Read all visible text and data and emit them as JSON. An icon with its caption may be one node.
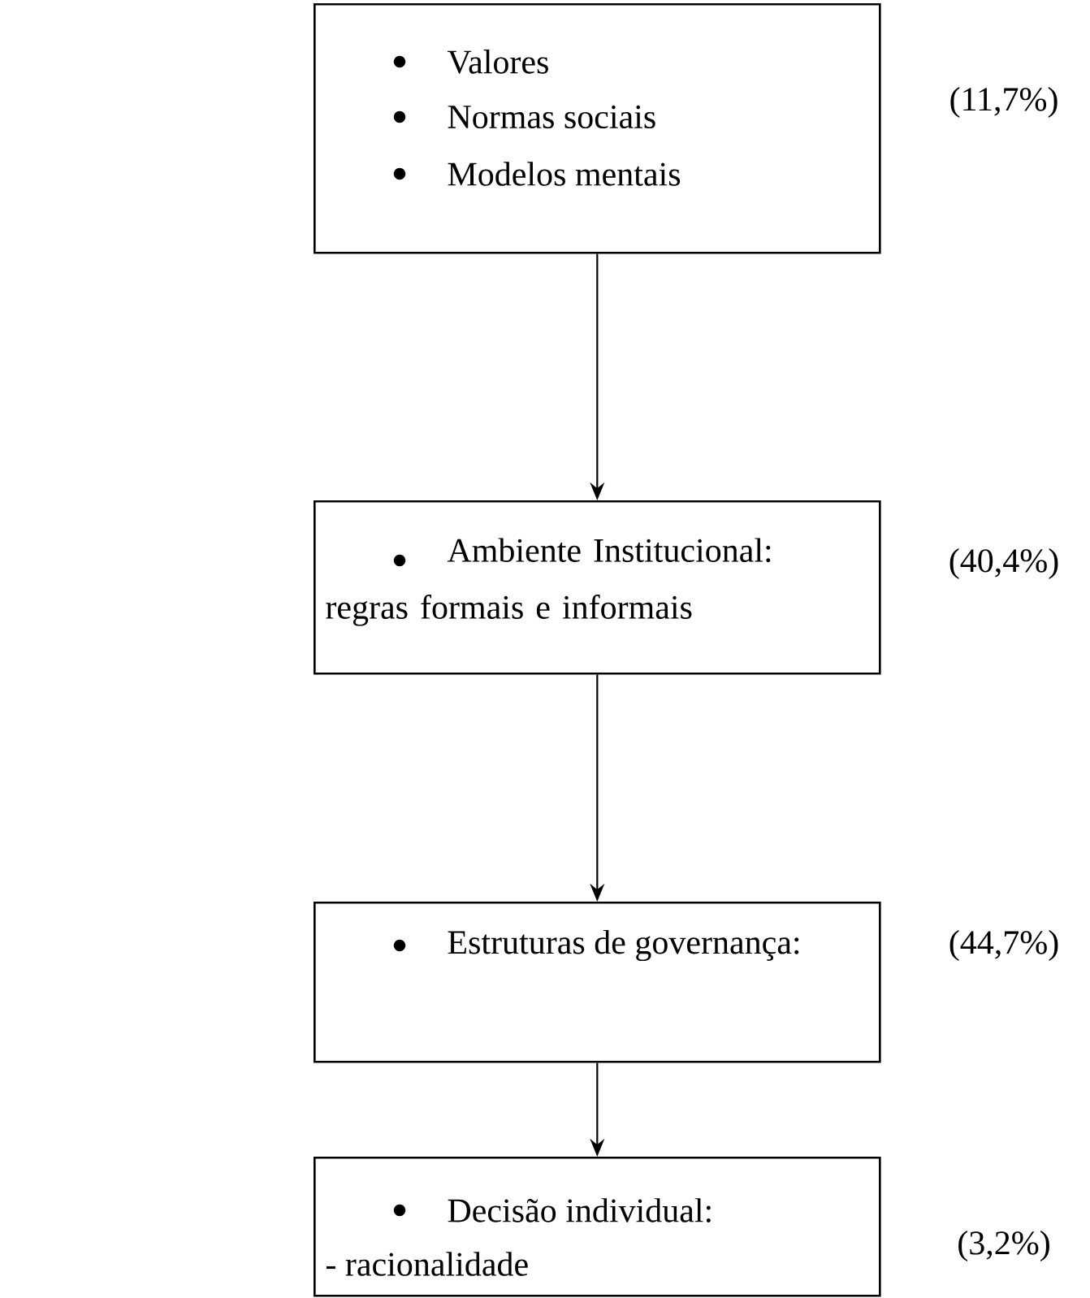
{
  "diagram": {
    "nodes": [
      {
        "text": [
          "Valores",
          "Normas sociais",
          "Modelos mentais"
        ],
        "beside": [
          "(11,7%)"
        ]
      },
      {
        "text": [
          "Ambiente Institucional: regras formais e informais"
        ],
        "beside": [
          "(40,4%)"
        ]
      },
      {
        "text": [
          "Estruturas de governança:"
        ],
        "beside": [
          "(44,7%)"
        ]
      },
      {
        "text": [
          "Decisão individual:",
          "- racionalidade"
        ],
        "beside": [
          "(3,2%)"
        ]
      }
    ],
    "edges": [
      {
        "from": 0,
        "to": 1,
        "arrow": "to"
      },
      {
        "from": 1,
        "to": 2,
        "arrow": "to"
      },
      {
        "from": 2,
        "to": 3,
        "arrow": "to"
      }
    ]
  }
}
